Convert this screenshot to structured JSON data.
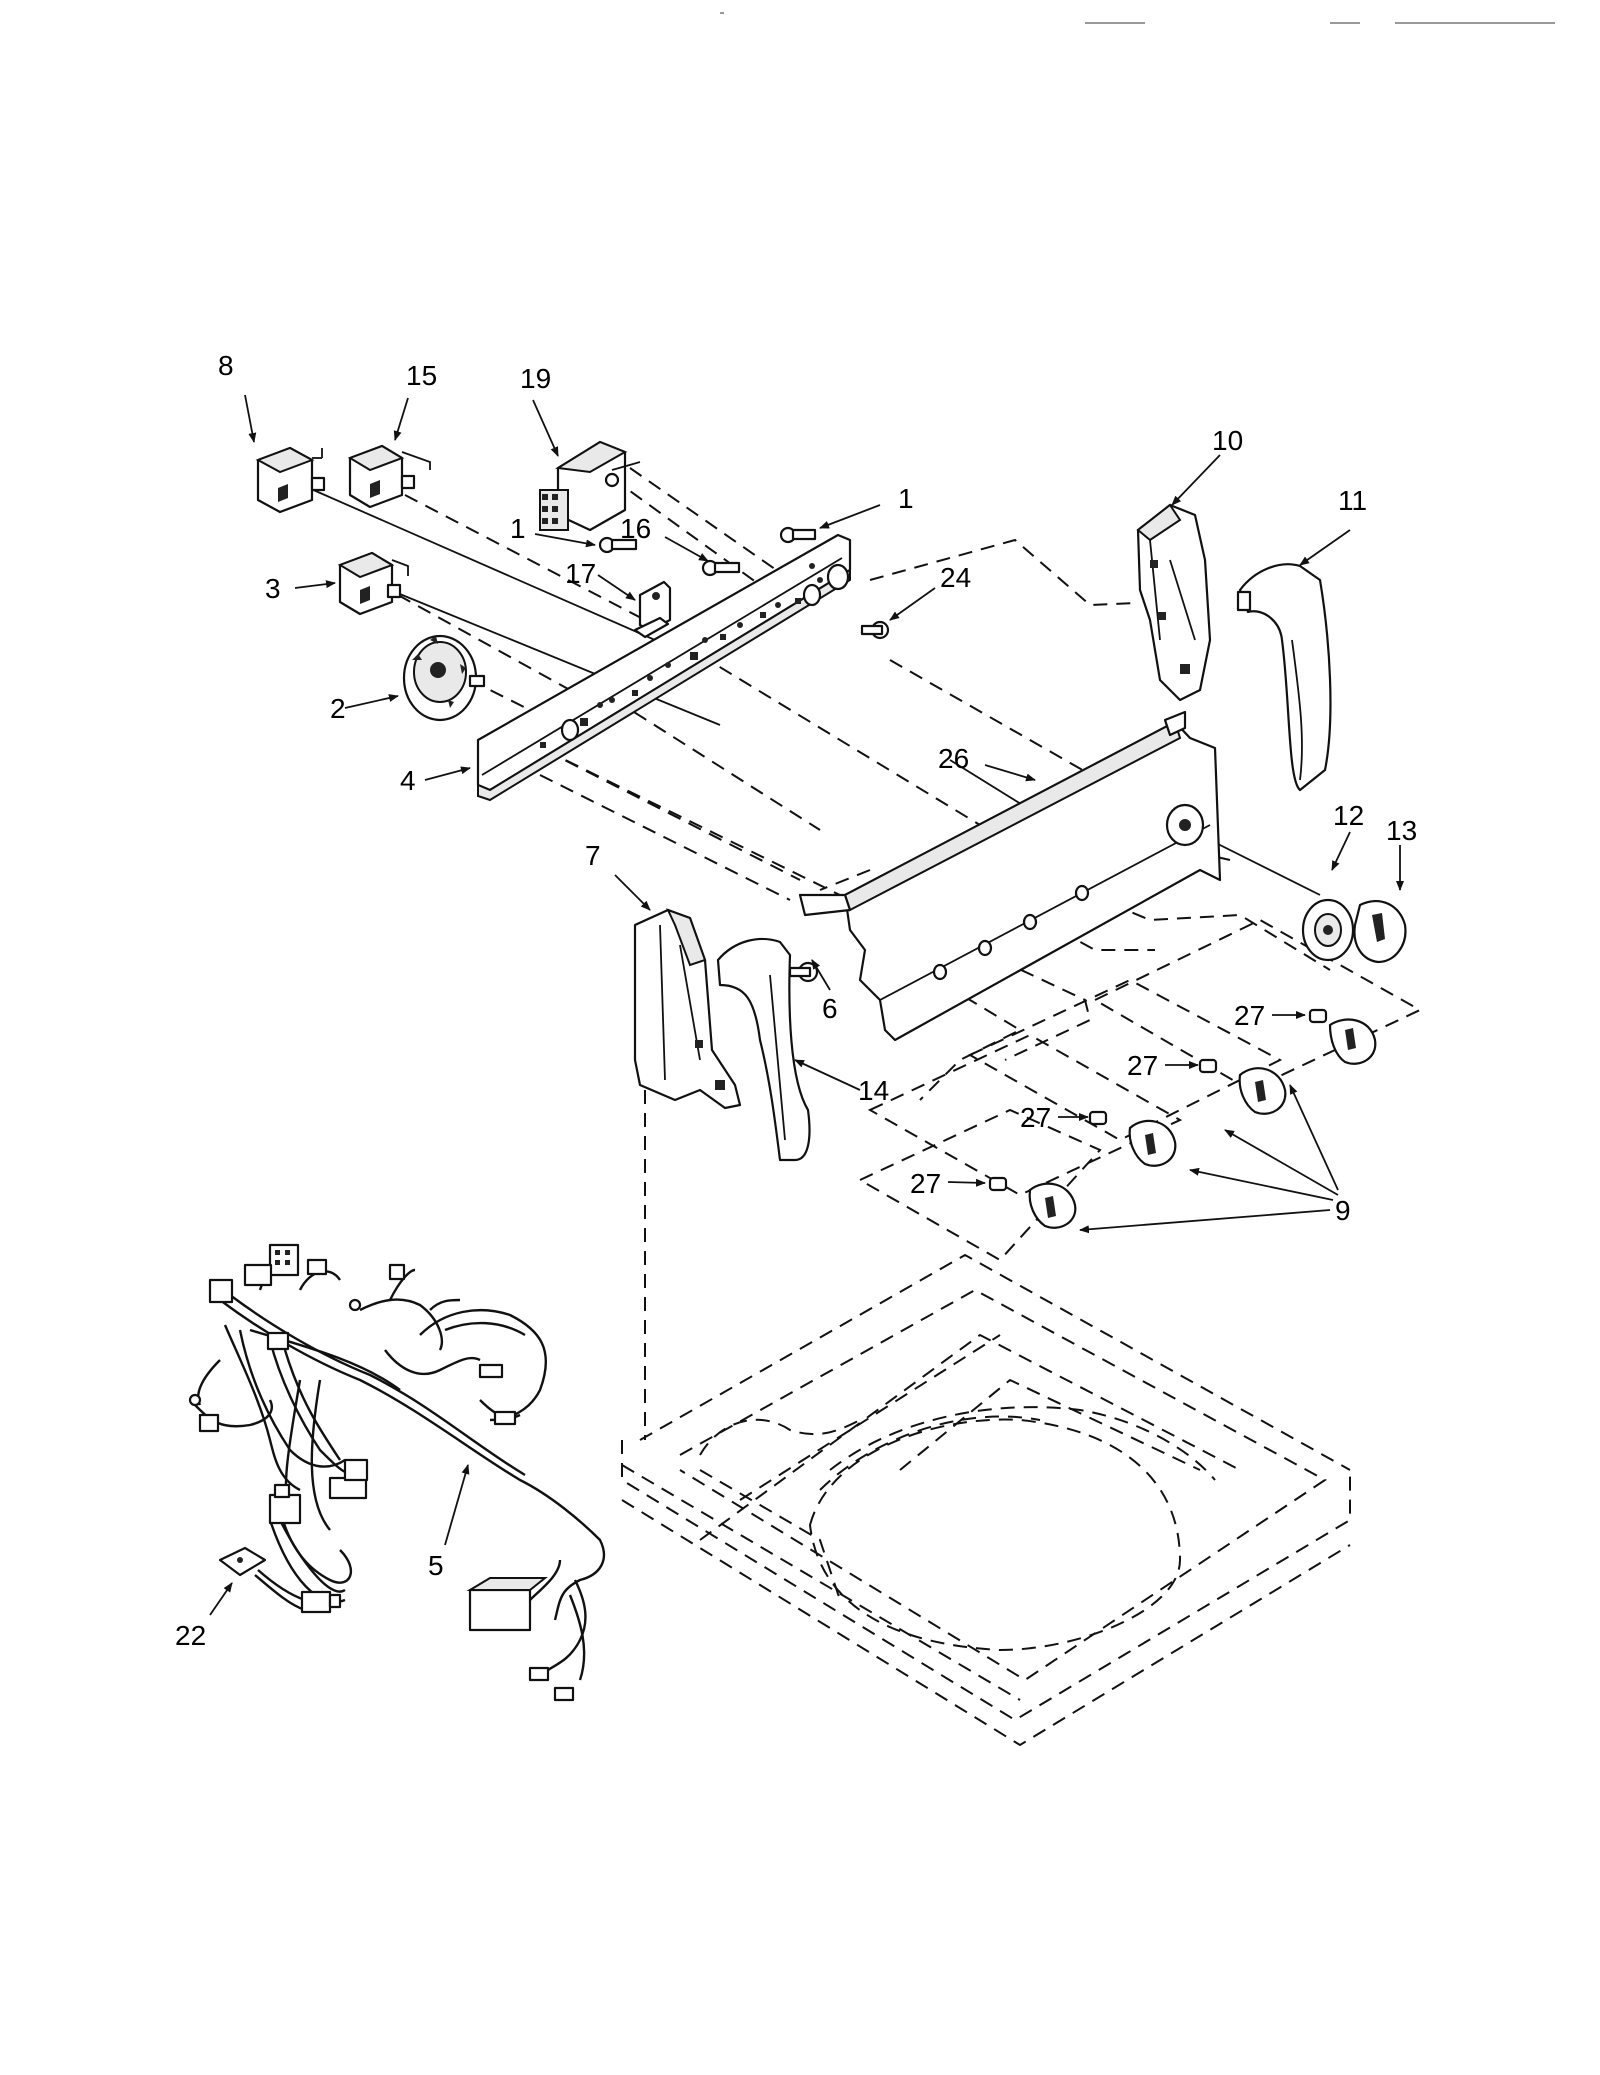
{
  "labels": {
    "p1a": "1",
    "p1b": "1",
    "p2": "2",
    "p3": "3",
    "p4": "4",
    "p5": "5",
    "p6": "6",
    "p7": "7",
    "p8": "8",
    "p9": "9",
    "p10": "10",
    "p11": "11",
    "p12": "12",
    "p13": "13",
    "p14": "14",
    "p15": "15",
    "p16": "16",
    "p17": "17",
    "p19": "19",
    "p22": "22",
    "p24": "24",
    "p26": "26",
    "p27a": "27",
    "p27b": "27",
    "p27c": "27",
    "p27d": "27"
  }
}
